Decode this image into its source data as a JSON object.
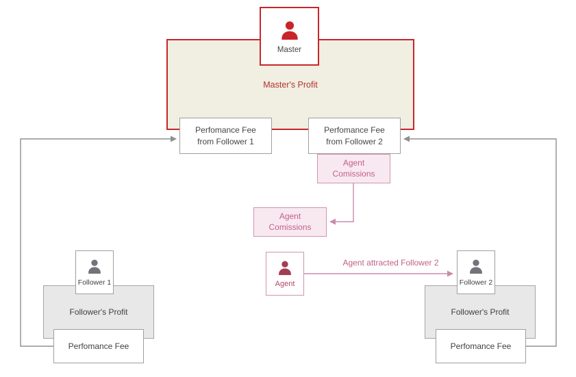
{
  "colors": {
    "red": "#c9242b",
    "master_profit_bg": "#f0efe1",
    "master_profit_text": "#b43232",
    "gray_border": "#9e9e9e",
    "gray_line": "#8f8f8f",
    "dark_text": "#454545",
    "pink_border": "#d193af",
    "pink_bg": "#f8e9f1",
    "pink_text": "#c25f87",
    "pink_line": "#c98cab",
    "agent_icon": "#a43d54",
    "follower_icon": "#73737b",
    "follower_profit_bg": "#e8e8e8"
  },
  "master": {
    "label": "Master",
    "profit": "Master's Profit"
  },
  "fees": {
    "follower1": {
      "line1": "Perfomance Fee",
      "line2": "from Follower 1"
    },
    "follower2": {
      "line1": "Perfomance Fee",
      "line2": "from Follower 2"
    }
  },
  "agent": {
    "label": "Agent",
    "commissions_upper": {
      "line1": "Agent",
      "line2": "Comissions"
    },
    "commissions_lower": {
      "line1": "Agent",
      "line2": "Comissions"
    },
    "arrow_label": "Agent attracted Follower 2"
  },
  "followers": {
    "f1": {
      "label": "Follower 1",
      "profit": "Follower's Profit",
      "fee": "Perfomance Fee"
    },
    "f2": {
      "label": "Follower 2",
      "profit": "Follower's Profit",
      "fee": "Perfomance Fee"
    }
  }
}
